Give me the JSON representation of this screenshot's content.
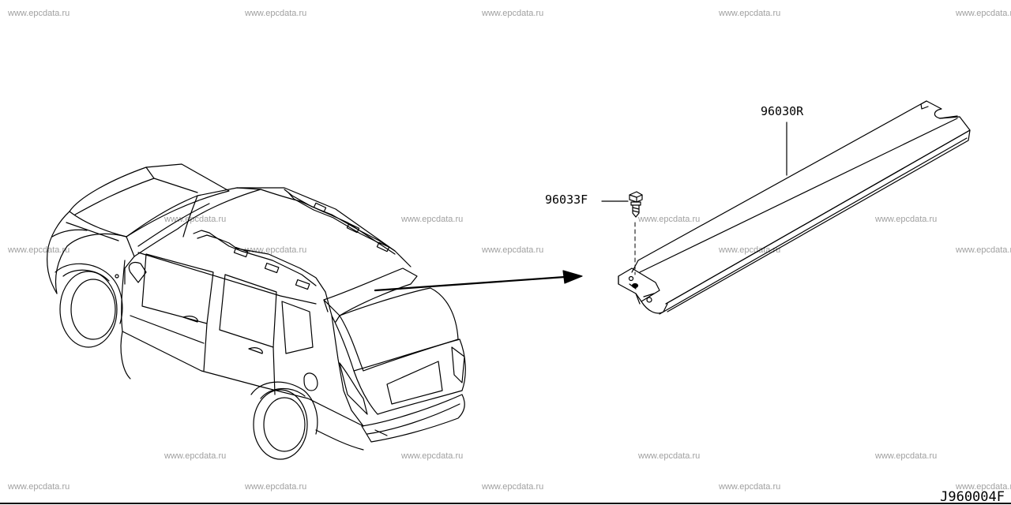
{
  "watermark_text": "www.epcdata.ru",
  "callouts": {
    "part_96030r": "96030R",
    "part_96033f": "96033F"
  },
  "diagram_code": "J960004F"
}
